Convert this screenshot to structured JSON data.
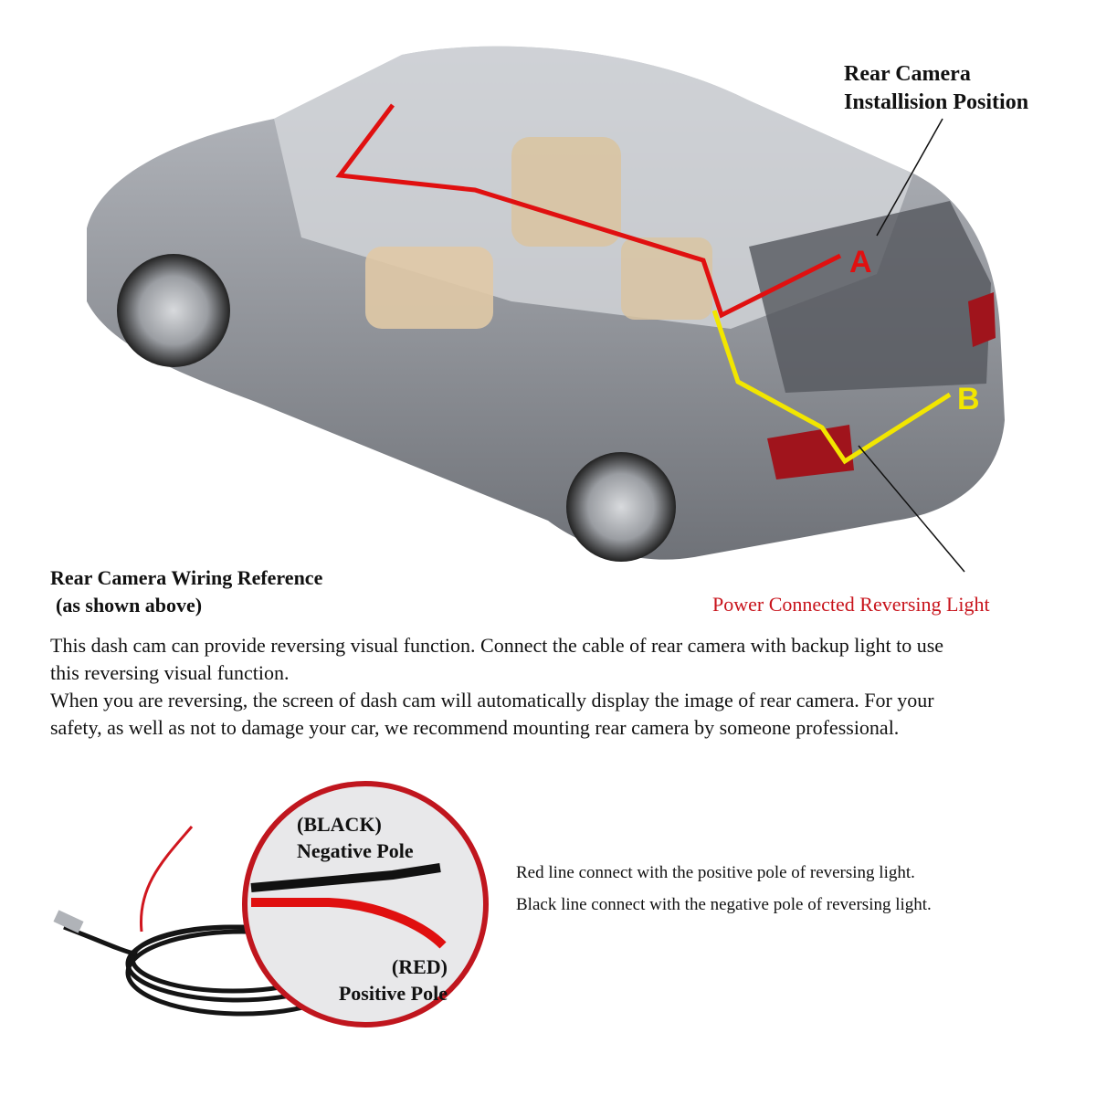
{
  "callouts": {
    "camera_position": [
      "Rear Camera",
      "Installision Position"
    ],
    "marker_a": "A",
    "marker_b": "B",
    "power_light": "Power Connected Reversing Light"
  },
  "wiring_reference": {
    "title": "Rear Camera Wiring Reference",
    "subtitle": "(as shown above)",
    "paragraphs": [
      "This dash cam can provide reversing visual function. Connect the cable of rear camera with backup light to use this reversing visual function.",
      "When you are reversing, the screen of dash cam will automatically display the image of rear camera. For your safety, as well as not to damage your car, we recommend mounting rear camera by someone professional."
    ]
  },
  "cable": {
    "black_label": [
      "(BLACK)",
      "Negative Pole"
    ],
    "red_label": [
      "(RED)",
      "Positive Pole"
    ],
    "notes": [
      "Red line connect with the positive pole of reversing light.",
      "Black line connect with the negative pole of reversing light."
    ]
  },
  "colors": {
    "red_wire": "#e01010",
    "yellow_wire": "#f2e600",
    "label_red": "#c8141c",
    "car_body": "#8a8d93"
  }
}
